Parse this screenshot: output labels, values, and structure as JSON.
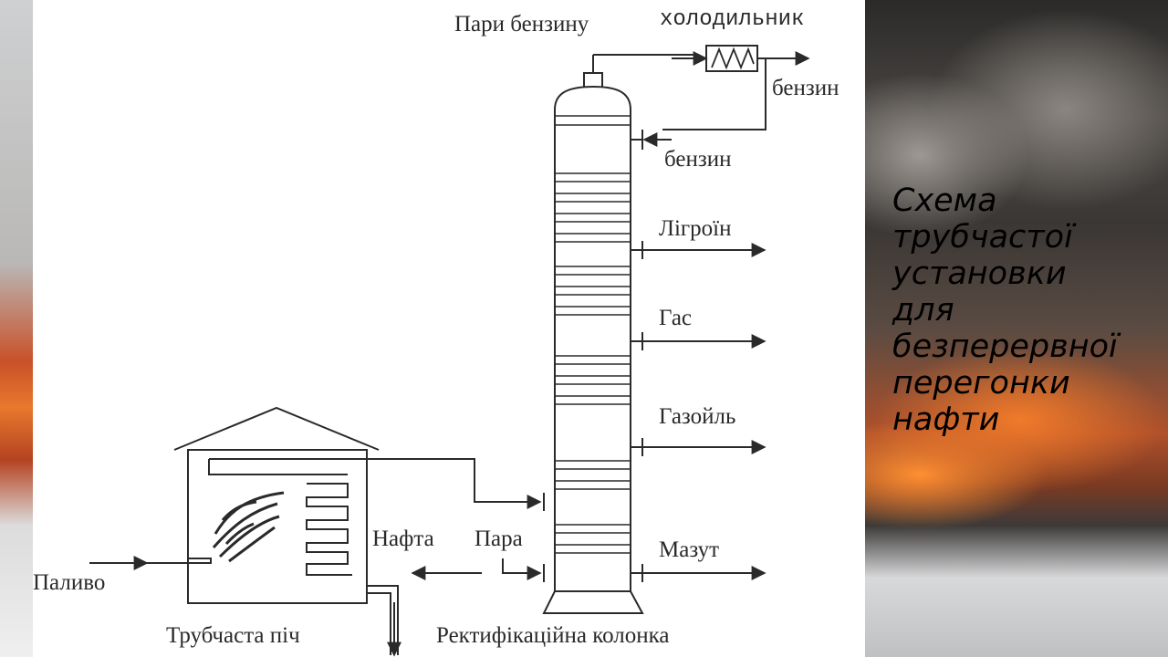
{
  "labels": {
    "petrol_vapors": "Пари бензину",
    "cooler": "холодильник",
    "petrol_out": "бензин",
    "petrol_return": "бензин",
    "ligroin": "Лігроїн",
    "kerosene": "Гас",
    "gasoil": "Газойль",
    "fuel_oil": "Мазут",
    "oil": "Нафта",
    "steam": "Пара",
    "fuel": "Паливо",
    "furnace": "Трубчаста піч",
    "column": "Ректифікаційна колонка"
  },
  "title_lines": [
    "Схема",
    "трубчастої",
    "установки",
    "для",
    "безперервної",
    "перегонки",
    "нафти"
  ]
}
